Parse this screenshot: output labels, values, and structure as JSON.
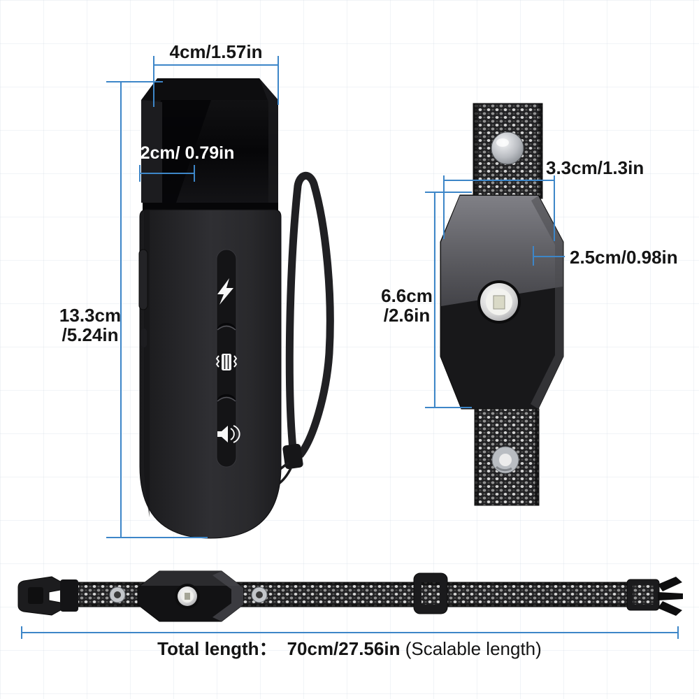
{
  "product_diagram": {
    "remote": {
      "width_label": "4cm/1.57in",
      "top_depth_label": "2cm/ 0.79in",
      "height_label_line1": "13.3cm",
      "height_label_line2": "/5.24in",
      "button_icons": [
        "shock-lightning",
        "vibration",
        "sound"
      ]
    },
    "receiver": {
      "width_label": "3.3cm/1.3in",
      "depth_label": "2.5cm/0.98in",
      "height_label_line1": "6.6cm",
      "height_label_line2": "/2.6in"
    },
    "collar": {
      "total_length_prefix": "Total length：",
      "total_length_value": "70cm/27.56in",
      "total_length_note": "(Scalable length)"
    },
    "colors": {
      "dimension_line": "#3d86c8",
      "label_text": "#151515",
      "label_text_on_device": "#ffffff",
      "device_black": "#161618",
      "device_gray": "#6f6f74"
    }
  }
}
